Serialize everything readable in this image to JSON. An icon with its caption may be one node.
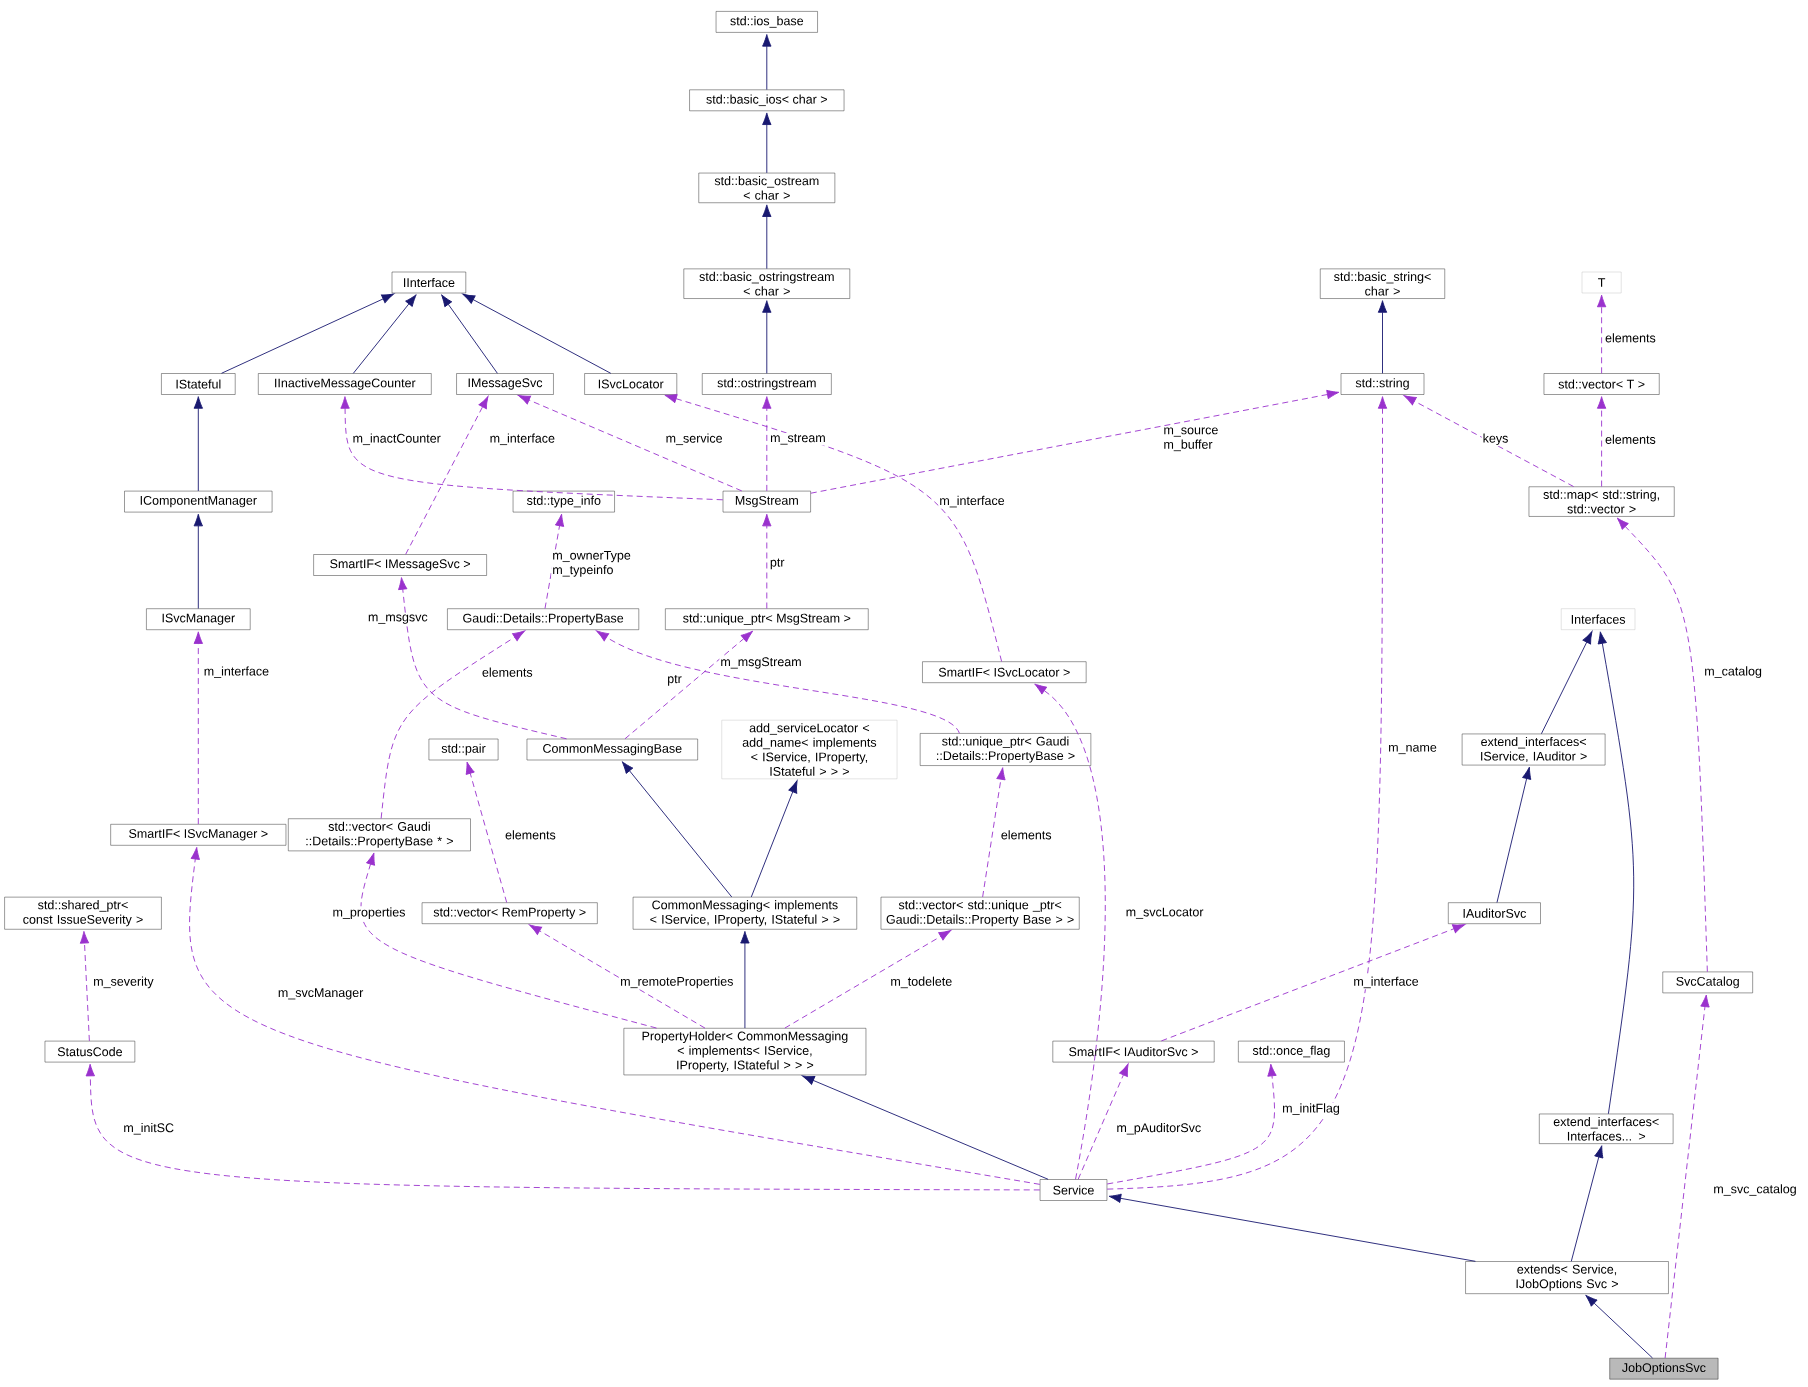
{
  "diagram": {
    "nodes": [
      {
        "text": [
          "std::ios_base"
        ]
      },
      {
        "text": [
          "std::basic_ios< char >"
        ]
      },
      {
        "text": [
          "std::basic_ostream < char >"
        ]
      },
      {
        "text": [
          "std::basic_ostringstream < char >"
        ]
      },
      {
        "text": [
          "IInterface"
        ]
      },
      {
        "text": [
          "std::basic_string< char >"
        ]
      },
      {
        "text": [
          "T"
        ]
      },
      {
        "text": [
          "IStateful"
        ]
      },
      {
        "text": [
          "IInactiveMessageCounter"
        ]
      },
      {
        "text": [
          "IMessageSvc"
        ]
      },
      {
        "text": [
          "ISvcLocator"
        ]
      },
      {
        "text": [
          "std::ostringstream"
        ]
      },
      {
        "text": [
          "std::string"
        ]
      },
      {
        "text": [
          "std::vector< T >"
        ]
      },
      {
        "text": [
          "IComponentManager"
        ]
      },
      {
        "text": [
          "std::type_info"
        ]
      },
      {
        "text": [
          "MsgStream"
        ]
      },
      {
        "text": [
          "std::map< std::string, std::vector >"
        ]
      },
      {
        "text": [
          "SmartIF< IMessageSvc >"
        ]
      },
      {
        "text": [
          "ISvcManager"
        ]
      },
      {
        "text": [
          "Gaudi::Details::PropertyBase"
        ]
      },
      {
        "text": [
          "std::unique_ptr< MsgStream >"
        ]
      },
      {
        "text": [
          "Interfaces"
        ]
      },
      {
        "text": [
          "SmartIF< ISvcLocator >"
        ]
      },
      {
        "text": [
          "add_serviceLocator < add_name< implements < IService, IProperty, IStateful > > >"
        ]
      },
      {
        "text": [
          "std::pair"
        ]
      },
      {
        "text": [
          "CommonMessagingBase"
        ]
      },
      {
        "text": [
          "std::unique_ptr< Gaudi ::Details::PropertyBase >"
        ]
      },
      {
        "text": [
          "extend_interfaces< IService, IAuditor >"
        ]
      },
      {
        "text": [
          "SmartIF< ISvcManager >"
        ]
      },
      {
        "text": [
          "std::vector< Gaudi ::Details::PropertyBase * >"
        ]
      },
      {
        "text": [
          "std::shared_ptr< const IssueSeverity >"
        ]
      },
      {
        "text": [
          "std::vector< RemProperty >"
        ]
      },
      {
        "text": [
          "CommonMessaging< implements < IService, IProperty, IStateful > >"
        ]
      },
      {
        "text": [
          "std::vector< std::unique _ptr< Gaudi::Details::Property Base > >"
        ]
      },
      {
        "text": [
          "IAuditorSvc"
        ]
      },
      {
        "text": [
          "SvcCatalog"
        ]
      },
      {
        "text": [
          "StatusCode"
        ]
      },
      {
        "text": [
          "PropertyHolder< CommonMessaging < implements< IService, IProperty, IStateful > > >"
        ]
      },
      {
        "text": [
          "SmartIF< IAuditorSvc >"
        ]
      },
      {
        "text": [
          "std::once_flag"
        ]
      },
      {
        "text": [
          "extend_interfaces< Interfaces... >"
        ]
      },
      {
        "text": [
          "Service"
        ]
      },
      {
        "text": [
          "extends< Service, IJobOptions Svc >"
        ]
      },
      {
        "text": [
          "JobOptionsSvc"
        ]
      }
    ],
    "edges": [
      {
        "from": 1,
        "to": 0,
        "arrow": "to",
        "color": "#191970"
      },
      {
        "from": 2,
        "to": 1,
        "arrow": "to",
        "color": "#191970"
      },
      {
        "from": 3,
        "to": 2,
        "arrow": "to",
        "color": "#191970"
      },
      {
        "from": 11,
        "to": 3,
        "arrow": "to",
        "color": "#191970"
      },
      {
        "from": 12,
        "to": 5,
        "arrow": "to",
        "color": "#191970"
      },
      {
        "from": 7,
        "to": 4,
        "arrow": "to",
        "color": "#191970"
      },
      {
        "from": 8,
        "to": 4,
        "arrow": "to",
        "color": "#191970"
      },
      {
        "from": 9,
        "to": 4,
        "arrow": "to",
        "color": "#191970"
      },
      {
        "from": 10,
        "to": 4,
        "arrow": "to",
        "color": "#191970"
      },
      {
        "from": 14,
        "to": 7,
        "arrow": "to",
        "color": "#191970"
      },
      {
        "from": 19,
        "to": 14,
        "arrow": "to",
        "color": "#191970"
      },
      {
        "from": 28,
        "to": 22,
        "arrow": "to",
        "color": "#191970"
      },
      {
        "from": 35,
        "to": 28,
        "arrow": "to",
        "color": "#191970"
      },
      {
        "from": 41,
        "to": 22,
        "arrow": "to",
        "color": "#191970"
      },
      {
        "from": 33,
        "to": 26,
        "arrow": "to",
        "color": "#191970"
      },
      {
        "from": 33,
        "to": 24,
        "arrow": "to",
        "color": "#191970"
      },
      {
        "from": 38,
        "to": 33,
        "arrow": "to",
        "color": "#191970"
      },
      {
        "from": 42,
        "to": 38,
        "arrow": "to",
        "color": "#191970"
      },
      {
        "from": 43,
        "to": 42,
        "arrow": "to",
        "color": "#191970"
      },
      {
        "from": 43,
        "to": 41,
        "arrow": "to",
        "color": "#191970"
      },
      {
        "from": 44,
        "to": 43,
        "arrow": "to",
        "color": "#191970"
      },
      {
        "from": 13,
        "to": 6,
        "arrow": "to",
        "style": "dashed",
        "label": "elements"
      },
      {
        "from": 17,
        "to": 13,
        "arrow": "to",
        "style": "dashed",
        "label": "elements"
      },
      {
        "from": 17,
        "to": 12,
        "arrow": "to",
        "style": "dashed",
        "label": "keys"
      },
      {
        "from": 16,
        "to": 12,
        "arrow": "to",
        "style": "dashed",
        "label": "m_source m_buffer"
      },
      {
        "from": 16,
        "to": 8,
        "arrow": "to",
        "style": "dashed",
        "label": "m_inactCounter"
      },
      {
        "from": 16,
        "to": 9,
        "arrow": "to",
        "style": "dashed",
        "label": "m_service"
      },
      {
        "from": 16,
        "to": 11,
        "arrow": "to",
        "style": "dashed",
        "label": "m_stream"
      },
      {
        "from": 18,
        "to": 9,
        "arrow": "to",
        "style": "dashed",
        "label": "m_interface"
      },
      {
        "from": 23,
        "to": 10,
        "arrow": "to",
        "style": "dashed",
        "label": "m_interface"
      },
      {
        "from": 21,
        "to": 16,
        "arrow": "to",
        "style": "dashed",
        "label": "ptr"
      },
      {
        "from": 20,
        "to": 15,
        "arrow": "to",
        "style": "dashed",
        "label": "m_ownerType m_typeinfo"
      },
      {
        "from": 26,
        "to": 18,
        "arrow": "to",
        "style": "dashed",
        "label": "m_msgsvc"
      },
      {
        "from": 26,
        "to": 21,
        "arrow": "to",
        "style": "dashed",
        "label": "m_msgStream"
      },
      {
        "from": 27,
        "to": 20,
        "arrow": "to",
        "style": "dashed",
        "label": "ptr"
      },
      {
        "from": 30,
        "to": 20,
        "arrow": "to",
        "style": "dashed",
        "label": "elements"
      },
      {
        "from": 29,
        "to": 19,
        "arrow": "to",
        "style": "dashed",
        "label": "m_interface"
      },
      {
        "from": 32,
        "to": 25,
        "arrow": "to",
        "style": "dashed",
        "label": "elements"
      },
      {
        "from": 34,
        "to": 27,
        "arrow": "to",
        "style": "dashed",
        "label": "elements"
      },
      {
        "from": 36,
        "to": 17,
        "arrow": "to",
        "style": "dashed",
        "label": "m_catalog"
      },
      {
        "from": 37,
        "to": 31,
        "arrow": "to",
        "style": "dashed",
        "label": "m_severity"
      },
      {
        "from": 38,
        "to": 30,
        "arrow": "to",
        "style": "dashed",
        "label": "m_properties"
      },
      {
        "from": 38,
        "to": 32,
        "arrow": "to",
        "style": "dashed",
        "label": "m_remoteProperties"
      },
      {
        "from": 38,
        "to": 34,
        "arrow": "to",
        "style": "dashed",
        "label": "m_todelete"
      },
      {
        "from": 39,
        "to": 35,
        "arrow": "to",
        "style": "dashed",
        "label": "m_interface"
      },
      {
        "from": 42,
        "to": 29,
        "arrow": "to",
        "style": "dashed",
        "label": "m_svcManager"
      },
      {
        "from": 42,
        "to": 37,
        "arrow": "to",
        "style": "dashed",
        "label": "m_initSC"
      },
      {
        "from": 42,
        "to": 23,
        "arrow": "to",
        "style": "dashed",
        "label": "m_svcLocator"
      },
      {
        "from": 42,
        "to": 39,
        "arrow": "to",
        "style": "dashed",
        "label": "m_pAuditorSvc"
      },
      {
        "from": 42,
        "to": 40,
        "arrow": "to",
        "style": "dashed",
        "label": "m_initFlag"
      },
      {
        "from": 42,
        "to": 12,
        "arrow": "to",
        "style": "dashed",
        "label": "m_name"
      },
      {
        "from": 44,
        "to": 36,
        "arrow": "to",
        "style": "dashed",
        "label": "m_svc_catalog"
      }
    ]
  }
}
